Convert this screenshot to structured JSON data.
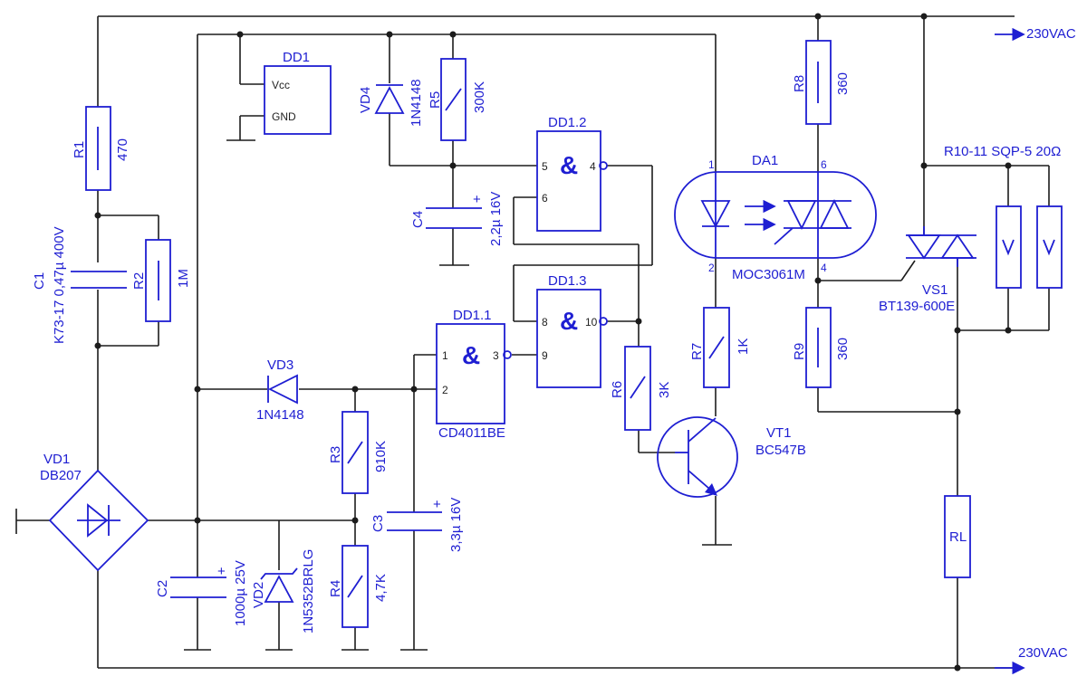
{
  "labels": {
    "ac_top": "230VAC",
    "ac_bottom": "230VAC",
    "r1": "R1",
    "r1_val": "470",
    "c1": "C1",
    "c1_val": "K73-17 0,47µ 400V",
    "r2": "R2",
    "r2_val": "1M",
    "vd1": "VD1",
    "vd1_val": "DB207",
    "c2": "C2",
    "c2_val": "1000µ 25V",
    "vd2": "VD2",
    "vd2_val": "1N5352BRLG",
    "vd3": "VD3",
    "vd3_val": "1N4148",
    "r3": "R3",
    "r3_val": "910K",
    "r4": "R4",
    "r4_val": "4,7K",
    "c3": "C3",
    "c3_val": "3,3µ 16V",
    "dd1": "DD1",
    "vcc": "Vcc",
    "gnd": "GND",
    "vd4": "VD4",
    "vd4_val": "1N4148",
    "r5": "R5",
    "r5_val": "300K",
    "c4": "C4",
    "c4_val": "2,2µ 16V",
    "dd1_1": "DD1.1",
    "dd1_1_val": "CD4011BE",
    "dd1_2": "DD1.2",
    "dd1_3": "DD1.3",
    "amp": "&",
    "pin1": "1",
    "pin2": "2",
    "pin3": "3",
    "pin4": "4",
    "pin5": "5",
    "pin6": "6",
    "pin8": "8",
    "pin9": "9",
    "pin10": "10",
    "r6": "R6",
    "r6_val": "3K",
    "r7": "R7",
    "r7_val": "1K",
    "vt1": "VT1",
    "vt1_val": "BC547B",
    "da1": "DA1",
    "da1_val": "MOC3061M",
    "da_pin1": "1",
    "da_pin2": "2",
    "da_pin4": "4",
    "da_pin6": "6",
    "r8": "R8",
    "r8_val": "360",
    "r9": "R9",
    "r9_val": "360",
    "vs1": "VS1",
    "vs1_val": "BT139-600E",
    "r10_11": "R10-11 SQP-5 20Ω",
    "rl": "RL"
  },
  "colors": {
    "wire": "#1c1c1c",
    "component": "#1e1ed2"
  }
}
